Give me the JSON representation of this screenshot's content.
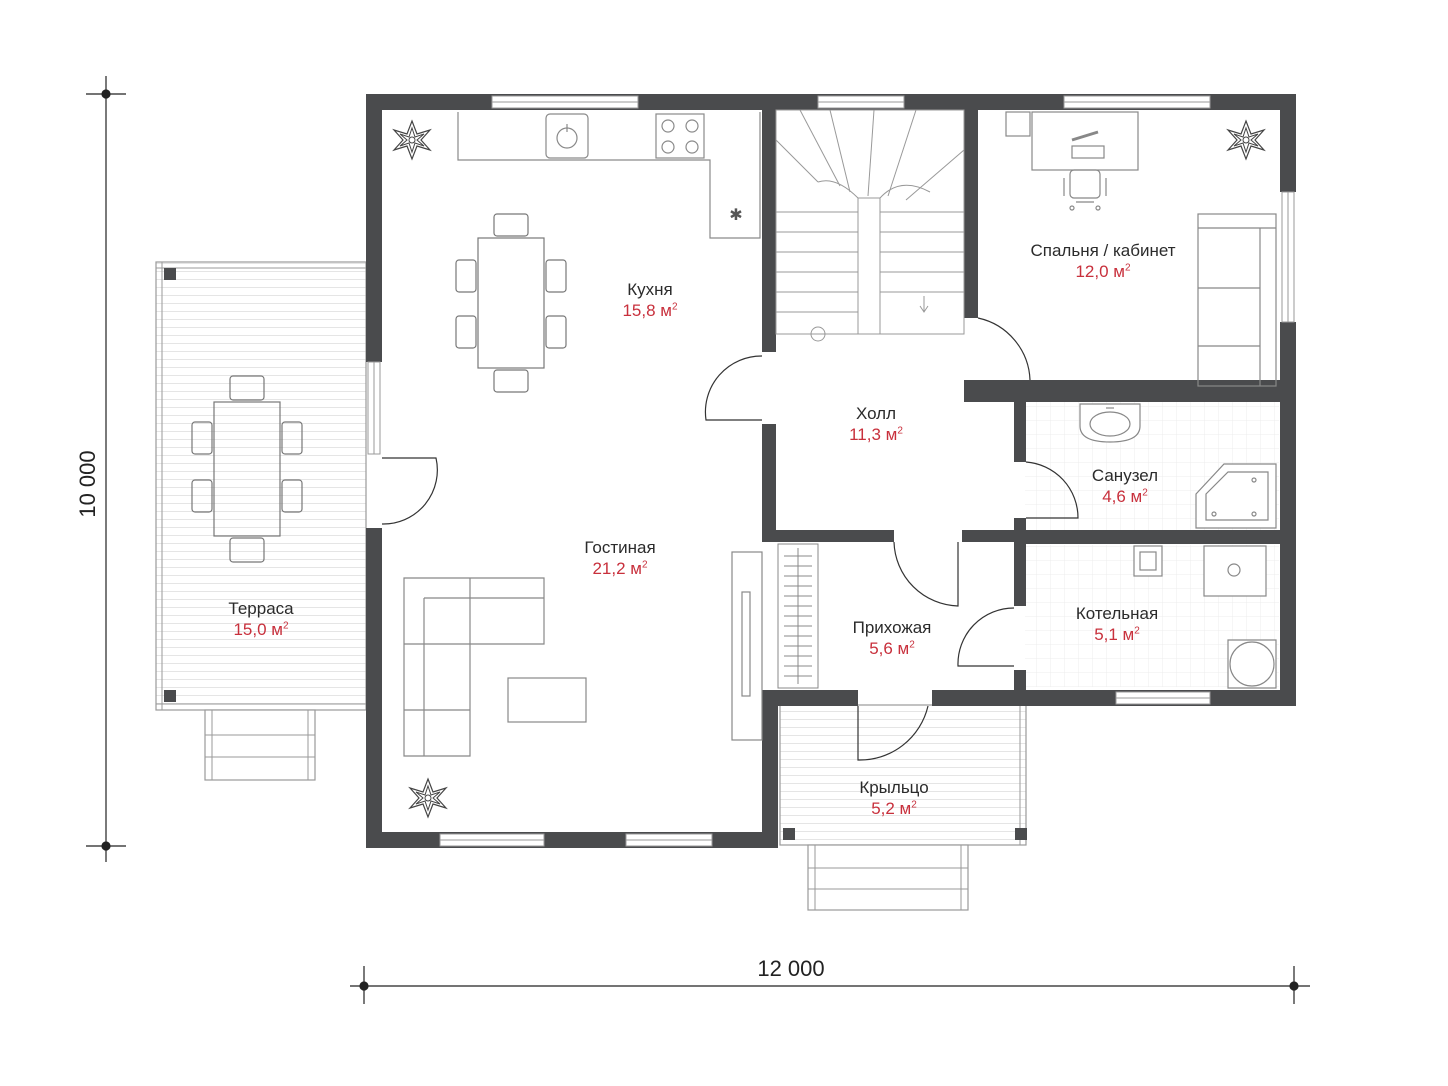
{
  "colors": {
    "wall": "#4a4b4d",
    "line": "#9a9a9a",
    "area_text": "#c8303c",
    "name_text": "#2b2b2b",
    "tile": "#e7e7e7"
  },
  "dimensions": {
    "width": "12 000",
    "height": "10 000"
  },
  "rooms": [
    {
      "id": "kitchen",
      "name": "Кухня",
      "area": "15,8 м",
      "sup": "2"
    },
    {
      "id": "living",
      "name": "Гостиная",
      "area": "21,2 м",
      "sup": "2"
    },
    {
      "id": "terrace",
      "name": "Терраса",
      "area": "15,0 м",
      "sup": "2"
    },
    {
      "id": "hall",
      "name": "Холл",
      "area": "11,3 м",
      "sup": "2"
    },
    {
      "id": "bedroom",
      "name": "Спальня / кабинет",
      "area": "12,0 м",
      "sup": "2"
    },
    {
      "id": "bathroom",
      "name": "Санузел",
      "area": "4,6 м",
      "sup": "2"
    },
    {
      "id": "hallway",
      "name": "Прихожая",
      "area": "5,6 м",
      "sup": "2"
    },
    {
      "id": "boiler",
      "name": "Котельная",
      "area": "5,1 м",
      "sup": "2"
    },
    {
      "id": "porch",
      "name": "Крыльцо",
      "area": "5,2 м",
      "sup": "2"
    }
  ],
  "icons": [
    "plant-icon",
    "sink-icon",
    "stove-icon",
    "fan-icon",
    "chair-icon",
    "sofa-icon",
    "bathtub-icon",
    "boiler-icon",
    "staircase-icon",
    "door-swing-icon"
  ]
}
